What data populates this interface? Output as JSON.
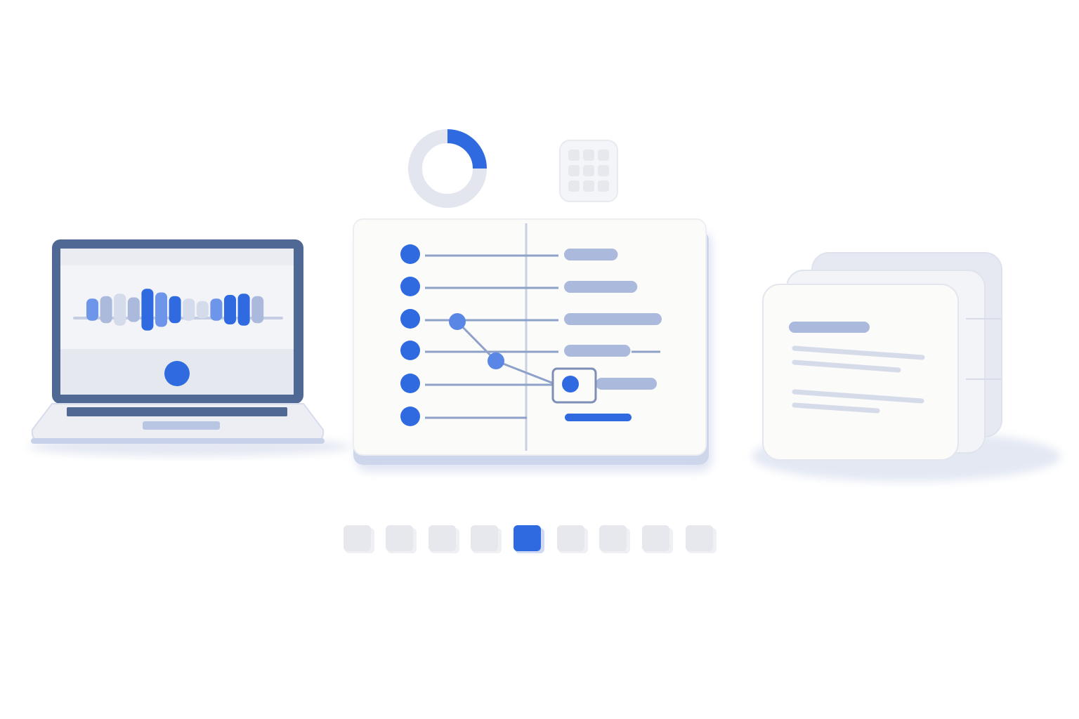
{
  "colors": {
    "accent": "#2f6ae0",
    "accent_light": "#6d95ea",
    "accent_pale": "#aab9dc",
    "frame_dark": "#4f6894",
    "panel_white": "#fbfbfa",
    "shadow": "#d8deee",
    "muted": "#e3e6ee"
  },
  "donut": {
    "filled_fraction": 0.25
  },
  "icons": {
    "apps_grid": "apps-grid-icon",
    "donut": "donut-chart-icon",
    "laptop": "laptop-icon",
    "documents": "document-stack-icon"
  },
  "laptop": {
    "waveform_levels": [
      0.45,
      0.55,
      0.65,
      0.5,
      0.85,
      0.7,
      0.55,
      0.45,
      0.35,
      0.45,
      0.6,
      0.65,
      0.55
    ],
    "waveform_tones": [
      "light",
      "pale",
      "muted",
      "pale",
      "accent",
      "light",
      "accent",
      "muted",
      "muted",
      "light",
      "accent",
      "accent",
      "pale"
    ]
  },
  "panel": {
    "row_count": 6,
    "right_bar_fractions": [
      0.55,
      0.75,
      1.0,
      0.68,
      0.6,
      0.68
    ],
    "highlighted_row": 5,
    "selected_row": 5
  },
  "pagination": {
    "total": 9,
    "active_index": 5
  },
  "document_card": {
    "line_count": 4
  }
}
